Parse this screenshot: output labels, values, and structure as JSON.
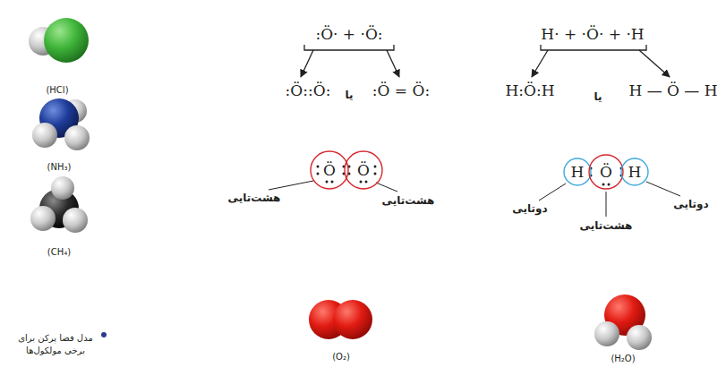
{
  "diagram": {
    "nodes": [
      {
        "text": [
          "Ö"
        ]
      },
      {
        "text": [
          "Ö"
        ]
      },
      {
        "text": [
          "H"
        ]
      },
      {
        "text": [
          "Ö"
        ]
      },
      {
        "text": [
          "H"
        ]
      }
    ],
    "labels": [
      ":Ö· + ·Ö:",
      ":Ö::Ö:",
      "یا",
      ":Ö = Ö:",
      "H· + ·Ö· + ·H",
      "H:Ö:H",
      "یا",
      "H — Ö — H",
      "هشت‌تایی",
      "هشت‌تایی",
      "دوتایی",
      "هشت‌تایی",
      "دوتایی",
      "(HCl)",
      "(NH₃)",
      "(CH₄)",
      "مدل فضا پرکن برای برخی مولکول‌ها",
      "(O₂)",
      "(H₂O)"
    ]
  }
}
